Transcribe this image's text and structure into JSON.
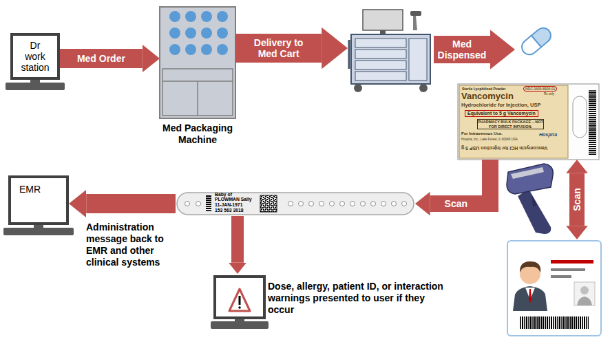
{
  "diagram": {
    "nodes": [
      {
        "text": [
          "Dr work station"
        ]
      },
      {
        "text": [
          "Med Packaging Machine"
        ]
      },
      {
        "text": []
      },
      {
        "text": []
      },
      {
        "text": [
          "Sterile Lyophilized Powder",
          "NDC 0409-6509-01",
          "Rx only",
          "Vancomycin",
          "Hydrochloride for Injection, USP",
          "Equivalent to 5 g Vancomycin",
          "PHARMACY BULK PACKAGE – NOT FOR DIRECT INFUSION.",
          "For Intravenous Use.",
          "Hospira, Inc., Lake Forest, IL 60045 USA",
          "Hospira",
          "Vancomycin HCl for Injection USP 5 g"
        ]
      },
      {
        "text": []
      },
      {
        "text": [
          "Baby of PLOWMAN Sally",
          "11-JAN-1971",
          "153 563 3018"
        ]
      },
      {
        "text": [
          "EMR"
        ]
      },
      {
        "text": [
          "Dose, allergy, patient ID, or interaction warnings presented to user if they occur"
        ]
      }
    ],
    "edges": [
      {
        "from": 0,
        "to": 1,
        "label": "Med Order",
        "arrow": "to"
      },
      {
        "from": 1,
        "to": 2,
        "label": "Delivery to Med Cart",
        "arrow": "to"
      },
      {
        "from": 2,
        "to": 3,
        "label": "Med Dispensed",
        "arrow": "to"
      },
      {
        "from": 4,
        "to": 5,
        "label": "Scan",
        "arrow": "both"
      },
      {
        "from": 4,
        "to": 6,
        "label": "Scan",
        "arrow": "to"
      },
      {
        "from": 6,
        "to": 7,
        "label": "Administration message back to EMR and other clinical systems",
        "arrow": "to"
      },
      {
        "from": 6,
        "to": 8,
        "arrow": "to"
      }
    ]
  }
}
